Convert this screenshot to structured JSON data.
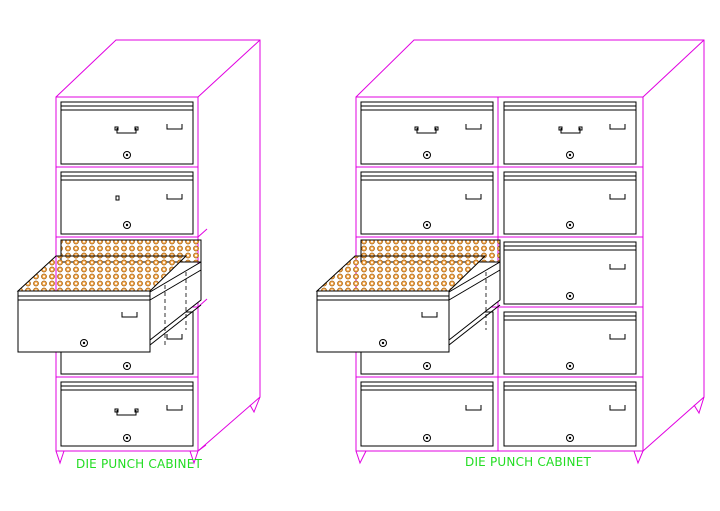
{
  "colors": {
    "outline": "#e100e1",
    "drawer_line": "#000000",
    "caption": "#22dd22",
    "dot_fill": "#f0a040",
    "background": "#ffffff"
  },
  "cabinets": [
    {
      "caption": "DIE PUNCH CABINET",
      "columns": 1,
      "rows": 5,
      "open_drawer_row": 3
    },
    {
      "caption": "DIE PUNCH CABINET",
      "columns": 2,
      "rows": 5,
      "open_drawer_row": 3
    }
  ]
}
